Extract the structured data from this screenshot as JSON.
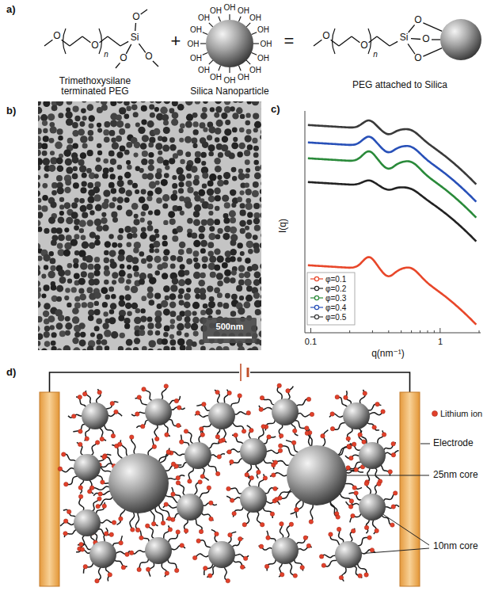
{
  "diagram": {
    "labels": [
      "a)",
      "O",
      "O",
      "n",
      "Si",
      "O",
      "O",
      "O",
      "Trimethoxysilane terminated PEG",
      "+",
      "OH",
      "OH",
      "OH",
      "OH",
      "OH",
      "OH",
      "OH",
      "OH",
      "OH",
      "OH",
      "OH",
      "OH",
      "OH",
      "OH",
      "OH",
      "OH",
      "Silica Nanoparticle",
      "=",
      "O",
      "O",
      "n",
      "Si",
      "O",
      "O",
      "O",
      "PEG attached to Silica",
      "b)",
      "500nm",
      "c)",
      "I(q)",
      "q(nm⁻¹)",
      "0.1",
      "1",
      "d)",
      "Lithium ion",
      "Electrode",
      "25nm core",
      "10nm core"
    ],
    "legend": [
      {
        "text": "φ=0.1"
      },
      {
        "text": "φ=0.2"
      },
      {
        "text": "φ=0.3"
      },
      {
        "text": "φ=0.4"
      },
      {
        "text": "φ=0.5"
      }
    ]
  }
}
